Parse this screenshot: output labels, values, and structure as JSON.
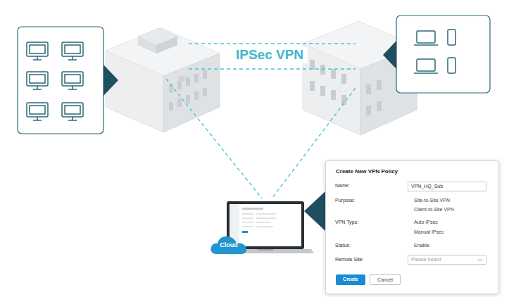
{
  "diagram": {
    "nodes": [
      {
        "text": [
          "Create New VPN Policy"
        ]
      },
      {
        "text": [
          "VPN_HQ_Sub"
        ],
        "in": 0
      },
      {
        "text": [
          "Please Select"
        ],
        "in": 0
      },
      {
        "text": [
          "Create"
        ],
        "in": 0
      },
      {
        "text": [
          "Cancel"
        ],
        "in": 0
      },
      {
        "text": [
          "Cloud"
        ]
      }
    ],
    "labels": [
      "IPSec VPN",
      "Name:",
      "Purpose:",
      "Site-to-Site VPN",
      "Client-to-Site VPN",
      "VPN Type:",
      "Auto IPsec",
      "Manual IPsec",
      "Status:",
      "Enable",
      "Remote Site:"
    ]
  }
}
